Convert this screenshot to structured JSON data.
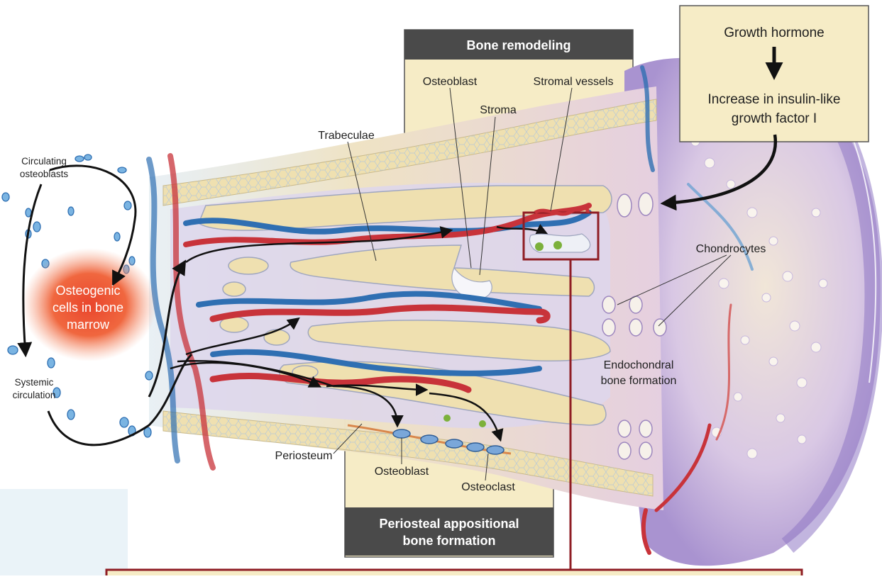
{
  "boxes": {
    "bone_remodeling": "Bone remodeling",
    "periosteal_line1": "Periosteal appositional",
    "periosteal_line2": "bone formation"
  },
  "growth": {
    "hormone": "Growth hormone",
    "igf_line1": "Increase in insulin-like",
    "igf_line2": "growth factor I"
  },
  "labels": {
    "circulating_line1": "Circulating",
    "circulating_line2": "osteoblasts",
    "osteogenic_line1": "Osteogenic",
    "osteogenic_line2": "cells in bone",
    "osteogenic_line3": "marrow",
    "systemic_line1": "Systemic",
    "systemic_line2": "circulation",
    "trabeculae": "Trabeculae",
    "osteoblast_top": "Osteoblast",
    "stroma": "Stroma",
    "stromal_vessels": "Stromal vessels",
    "chondrocytes": "Chondrocytes",
    "endochondral_line1": "Endochondral",
    "endochondral_line2": "bone formation",
    "periosteum": "Periosteum",
    "osteoblast_bottom": "Osteoblast",
    "osteoclast": "Osteoclast"
  },
  "colors": {
    "box_fill": "#f6ecc6",
    "box_header": "#4a4a4a",
    "artery": "#c8333a",
    "vein": "#2f6fb2",
    "bone": "#eee0b5",
    "cartilage": "#b9a6d6",
    "marrow_glow": "#f0543a",
    "inset_border": "#8f1d24"
  }
}
